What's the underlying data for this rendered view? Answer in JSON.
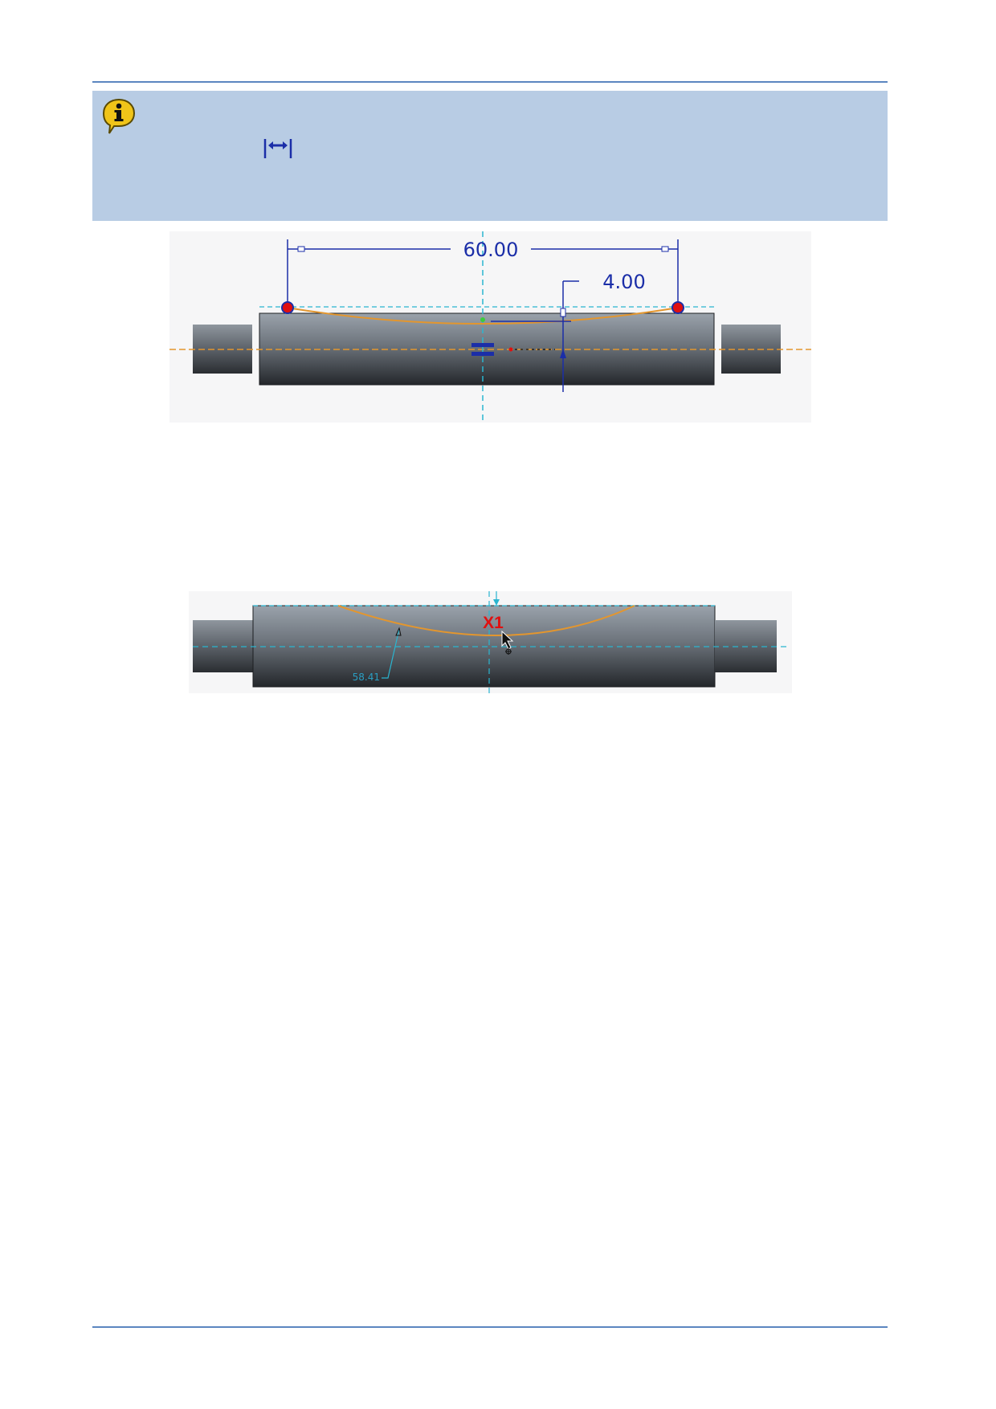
{
  "info_box": {
    "icon": "info-icon",
    "tool_icon": "smart-dimension-icon",
    "background": "#b8cce4"
  },
  "figure1": {
    "length_dimension": "60.00",
    "offset_dimension": "4.00"
  },
  "figure2": {
    "radius_label": "58.41",
    "point_label": "X1"
  },
  "colors": {
    "rule": "#5b86c0",
    "dimension_blue": "#1b2ea8",
    "construction_cyan": "#2ab5d0",
    "arc_orange": "#e3962e",
    "point_red": "#e01010"
  }
}
